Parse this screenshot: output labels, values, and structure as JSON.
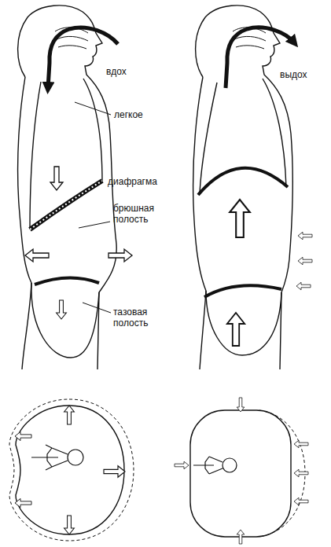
{
  "diagram": {
    "labels": [
      "вдох",
      "выдох",
      "легкое",
      "диафрагма",
      "брюшная полость",
      "тазовая полость"
    ]
  }
}
